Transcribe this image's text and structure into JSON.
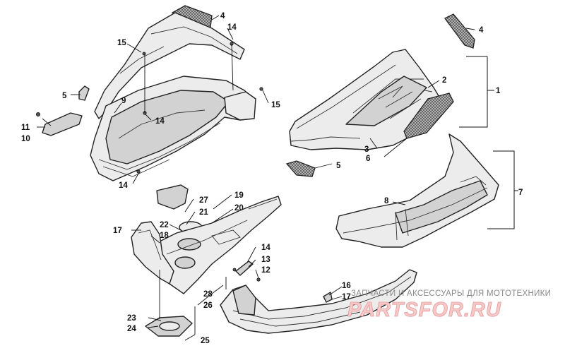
{
  "callouts": [
    {
      "id": "c1",
      "label": "1"
    },
    {
      "id": "c2",
      "label": "2"
    },
    {
      "id": "c3",
      "label": "3"
    },
    {
      "id": "c4a",
      "label": "4"
    },
    {
      "id": "c4b",
      "label": "4"
    },
    {
      "id": "c5a",
      "label": "5"
    },
    {
      "id": "c5b",
      "label": "5"
    },
    {
      "id": "c6",
      "label": "6"
    },
    {
      "id": "c7",
      "label": "7"
    },
    {
      "id": "c8",
      "label": "8"
    },
    {
      "id": "c9",
      "label": "9"
    },
    {
      "id": "c10",
      "label": "10"
    },
    {
      "id": "c11",
      "label": "11"
    },
    {
      "id": "c12",
      "label": "12"
    },
    {
      "id": "c13",
      "label": "13"
    },
    {
      "id": "c14a",
      "label": "14"
    },
    {
      "id": "c14b",
      "label": "14"
    },
    {
      "id": "c14c",
      "label": "14"
    },
    {
      "id": "c14d",
      "label": "14"
    },
    {
      "id": "c15a",
      "label": "15"
    },
    {
      "id": "c15b",
      "label": "15"
    },
    {
      "id": "c16",
      "label": "16"
    },
    {
      "id": "c17a",
      "label": "17"
    },
    {
      "id": "c17b",
      "label": "17"
    },
    {
      "id": "c18",
      "label": "18"
    },
    {
      "id": "c19",
      "label": "19"
    },
    {
      "id": "c20",
      "label": "20"
    },
    {
      "id": "c21",
      "label": "21"
    },
    {
      "id": "c22",
      "label": "22"
    },
    {
      "id": "c23",
      "label": "23"
    },
    {
      "id": "c24",
      "label": "24"
    },
    {
      "id": "c25",
      "label": "25"
    },
    {
      "id": "c26",
      "label": "26"
    },
    {
      "id": "c27",
      "label": "27"
    },
    {
      "id": "c28",
      "label": "28"
    }
  ],
  "watermark": {
    "tagline": "ЗАПЧАСТИ И АКСЕССУАРЫ ДЛЯ МОТОТЕХНИКИ",
    "logo": "PARTSFOR.RU",
    "color": "#e59b9b"
  }
}
